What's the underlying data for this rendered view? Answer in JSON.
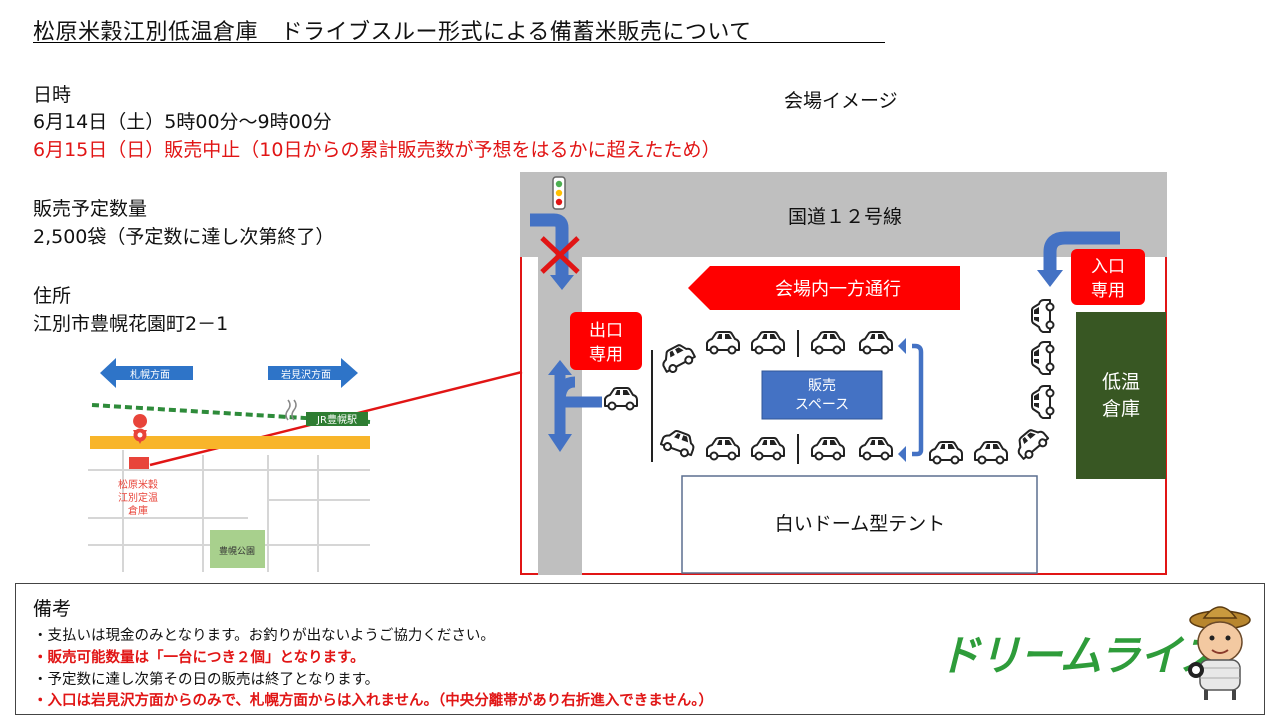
{
  "title": "松原米穀江別低温倉庫　ドライブスルー形式による備蓄米販売について",
  "datetime": {
    "heading": "日時",
    "line1": "6月14日（土）5時00分～9時00分",
    "line2": "6月15日（日）販売中止（10日からの累計販売数が予想をはるかに超えたため）"
  },
  "quantity": {
    "heading": "販売予定数量",
    "value": "2,500袋（予定数に達し次第終了）"
  },
  "address": {
    "heading": "住所",
    "value": "江別市豊幌花園町2－1"
  },
  "map": {
    "left_arrow": "札幌方面",
    "right_arrow": "岩見沢方面",
    "station": "JR豊幌駅",
    "warehouse_line1": "松原米穀",
    "warehouse_line2": "江別定温",
    "warehouse_line3": "倉庫",
    "park": "豊幌公園"
  },
  "venue": {
    "caption": "会場イメージ",
    "route": "国道１２号線",
    "one_way": "会場内一方通行",
    "exit_line1": "出口",
    "exit_line2": "専用",
    "entrance_line1": "入口",
    "entrance_line2": "専用",
    "sales_line1": "販売",
    "sales_line2": "スペース",
    "storage_line1": "低温",
    "storage_line2": "倉庫",
    "tent": "白いドーム型テント"
  },
  "remarks": {
    "title": "備考",
    "items": [
      "・支払いは現金のみとなります。お釣りが出ないようご協力ください。",
      "・販売可能数量は「一台につき２個」となります。",
      "・予定数に達し次第その日の販売は終了となります。",
      "・入口は岩見沢方面からのみで、札幌方面からは入れません。（中央分離帯があり右折進入できません。）"
    ]
  },
  "logo_text": "ドリームライス",
  "colors": {
    "accent_red": "#e11515",
    "sales_blue": "#4472c4",
    "road_gray": "#bfbfbf",
    "storage_green": "#385723",
    "logo_green": "#2e9c3a",
    "map_orange": "#f8b52a"
  }
}
